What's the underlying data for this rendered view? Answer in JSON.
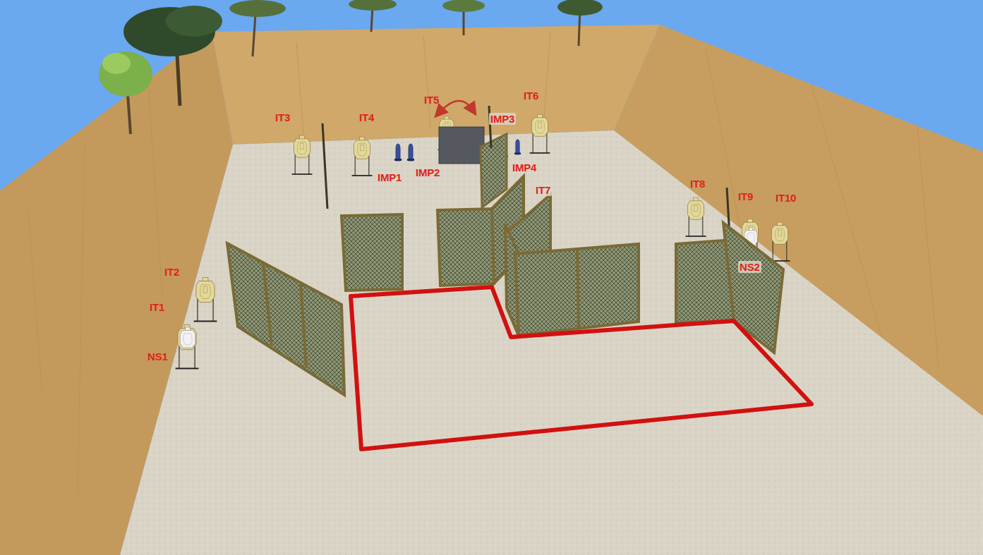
{
  "diagram": {
    "labels": [
      "IT3",
      "IT4",
      "IT5",
      "IT6",
      "IMP3",
      "IMP1",
      "IMP2",
      "IMP4",
      "IT7",
      "IT8",
      "IT9",
      "IT10",
      "NS2",
      "IT2",
      "IT1",
      "NS1"
    ]
  }
}
